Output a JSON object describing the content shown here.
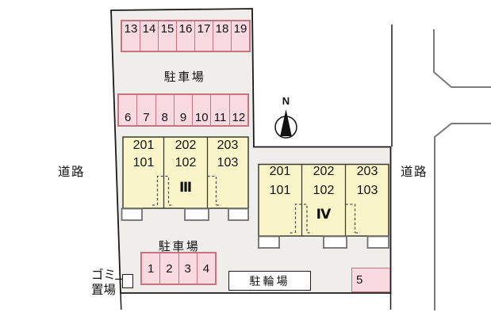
{
  "colors": {
    "site_fill": "#efeeeb",
    "boundary": "#1a1a1a",
    "road_line": "#7a7a7a",
    "stall_fill": "#f9dae1",
    "stall_border": "#c4737f",
    "building_fill": "#faf5c9",
    "building_border": "#3c3c32",
    "porch_border": "#6f6f6f",
    "text": "#111111"
  },
  "labels": {
    "road_left": "道路",
    "road_right": "道路",
    "parking_top": "駐車場",
    "parking_bottom": "駐車場",
    "bicycle_parking": "駐輪場",
    "garbage_line1": "ゴミ",
    "garbage_line2": "置場",
    "north": "N"
  },
  "parking": {
    "row_top": [
      "13",
      "14",
      "15",
      "16",
      "17",
      "18",
      "19"
    ],
    "row_middle": [
      "6",
      "7",
      "8",
      "9",
      "10",
      "11",
      "12"
    ],
    "row_bottom": [
      "1",
      "2",
      "3",
      "4"
    ],
    "stall_single": "5"
  },
  "buildings": [
    {
      "numeral": "Ⅲ",
      "units": [
        {
          "upper": "201",
          "lower": "101"
        },
        {
          "upper": "202",
          "lower": "102"
        },
        {
          "upper": "203",
          "lower": "103"
        }
      ]
    },
    {
      "numeral": "Ⅳ",
      "units": [
        {
          "upper": "201",
          "lower": "101"
        },
        {
          "upper": "202",
          "lower": "102"
        },
        {
          "upper": "203",
          "lower": "103"
        }
      ]
    }
  ]
}
